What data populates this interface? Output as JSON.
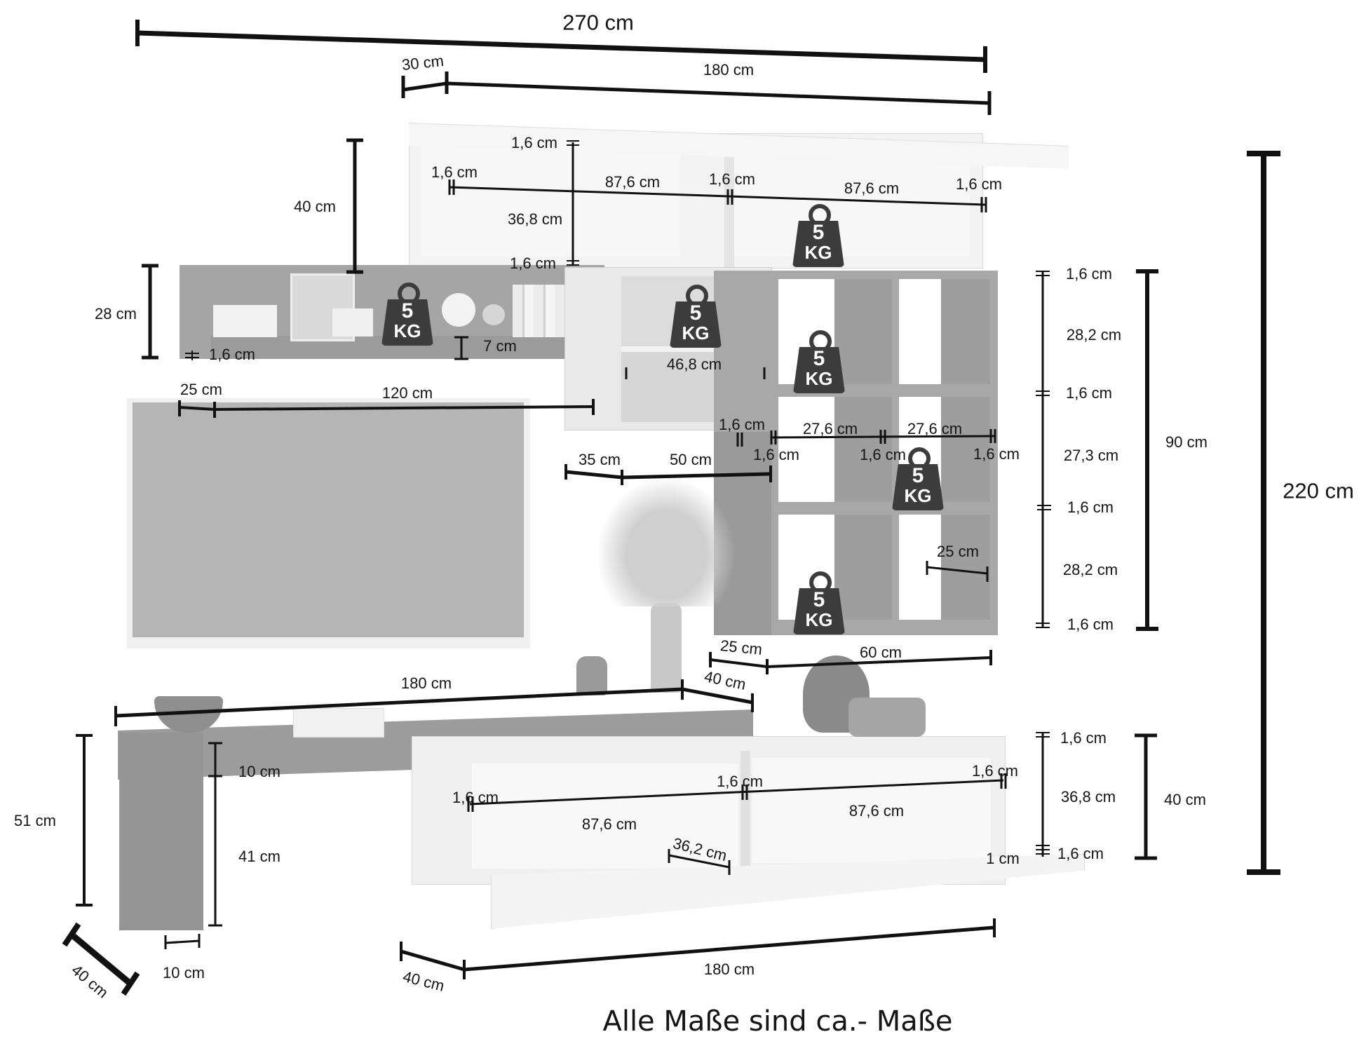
{
  "caption": "Alle Maße sind ca.- Maße",
  "colors": {
    "background": "#ffffff",
    "dimension_line": "#111111",
    "oak_tone": "#9c9c9c",
    "white_panel": "#f1f1f1",
    "tv_screen": "#b5b5b5",
    "weight_badge": "#3c3c3c"
  },
  "overall": {
    "width_total": "270 cm",
    "height_total": "220 cm"
  },
  "wall_cabinet": {
    "offset": "30 cm",
    "width": "180 cm",
    "height_outer": "40 cm",
    "top_board": "1,6 cm",
    "inner_height": "36,8 cm",
    "bottom_board": "1,6 cm",
    "side_left": "1,6 cm",
    "compartment_left": "87,6 cm",
    "middle_divider": "1,6 cm",
    "compartment_right": "87,6 cm",
    "side_right": "1,6 cm",
    "load": {
      "value": "5",
      "unit": "KG"
    }
  },
  "wall_shelf": {
    "height": "28 cm",
    "board": "1,6 cm",
    "lip": "7 cm",
    "load": {
      "value": "5",
      "unit": "KG"
    }
  },
  "middle_cabinet": {
    "inner_width": "46,8 cm",
    "load": {
      "value": "5",
      "unit": "KG"
    }
  },
  "tv_panel": {
    "offset": "25 cm",
    "width": "120 cm"
  },
  "cube_shelf": {
    "side_left": "1,6 cm",
    "compartment_left": "27,6 cm",
    "compartment_right": "27,6 cm",
    "board_a": "1,6 cm",
    "board_b": "1,6 cm",
    "board_c": "1,6 cm",
    "depth_label": "25 cm",
    "bottom_depth": "25 cm",
    "bottom_width": "60 cm",
    "top_offset": "35 cm",
    "top_width": "50 cm",
    "loads": [
      {
        "value": "5",
        "unit": "KG"
      },
      {
        "value": "5",
        "unit": "KG"
      },
      {
        "value": "5",
        "unit": "KG"
      }
    ],
    "vertical": {
      "top_board": "1,6 cm",
      "row_1": "28,2 cm",
      "shelf_1": "1,6 cm",
      "row_2": "27,3 cm",
      "shelf_2": "1,6 cm",
      "row_3": "28,2 cm",
      "bottom_board": "1,6 cm",
      "total": "90 cm"
    }
  },
  "bench": {
    "width": "180 cm",
    "depth": "40 cm",
    "height_total": "51 cm",
    "top_thickness": "10 cm",
    "leg_height": "41 cm",
    "leg_width": "10 cm",
    "leg_depth": "40 cm"
  },
  "lowboard": {
    "width": "180 cm",
    "depth": "40 cm",
    "side_left": "1,6 cm",
    "middle_divider": "1,6 cm",
    "side_right": "1,6 cm",
    "compartment_left": "87,6 cm",
    "compartment_right": "87,6 cm",
    "flap_depth": "36,2 cm",
    "vertical": {
      "top_board": "1,6 cm",
      "inner_height": "36,8 cm",
      "bottom_board": "1,6 cm",
      "foot_gap": "1 cm",
      "total": "40 cm"
    }
  }
}
